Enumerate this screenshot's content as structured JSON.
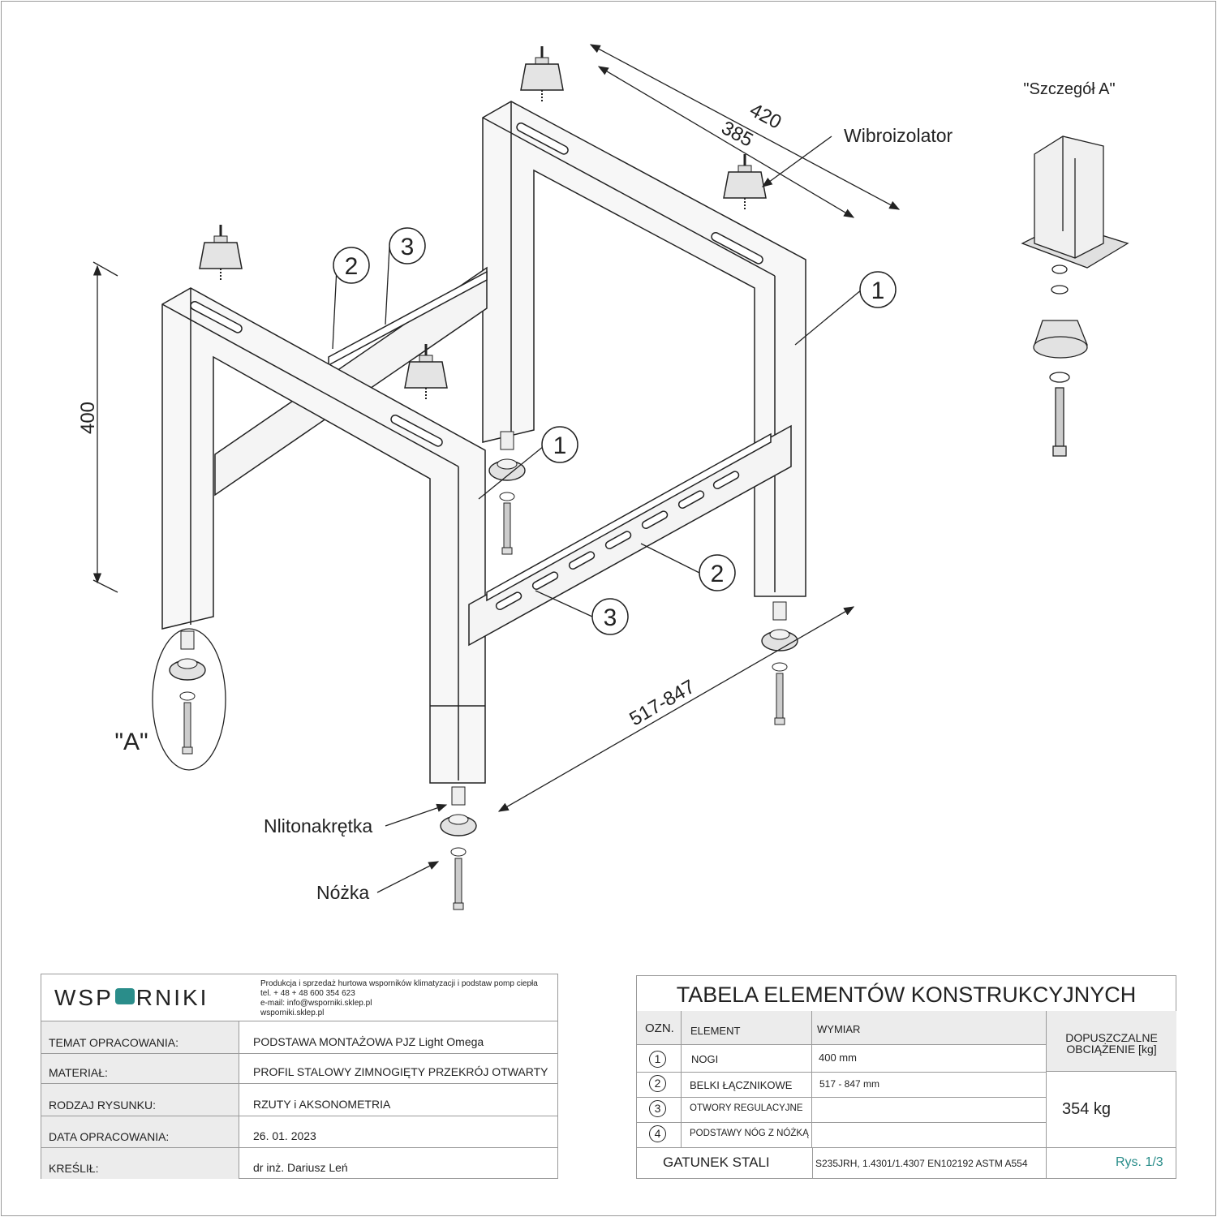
{
  "drawing": {
    "labels": {
      "wibroizolator": "Wibroizolator",
      "detail_title": "\"Szczegół A\"",
      "detail_marker": "\"A\"",
      "nlitonakretka": "Nlitonakrętka",
      "nozka": "Nóżka"
    },
    "dimensions": {
      "height": "400",
      "outer_width": "420",
      "inner_width": "385",
      "beam_length": "517-847"
    },
    "callouts": [
      "1",
      "2",
      "3"
    ]
  },
  "title_block": {
    "logo": "WSPORNIKI",
    "contact": [
      "Produkcja i sprzedaż hurtowa wsporników klimatyzacji i podstaw pomp ciepła",
      "tel. + 48 + 48 600 354 623",
      "e-mail: info@wsporniki.sklep.pl",
      "wsporniki.sklep.pl"
    ],
    "rows": [
      {
        "label": "TEMAT OPRACOWANIA:",
        "value": "PODSTAWA MONTAŻOWA PJZ Light Omega"
      },
      {
        "label": "MATERIAŁ:",
        "value": "PROFIL STALOWY ZIMNOGIĘTY PRZEKRÓJ OTWARTY"
      },
      {
        "label": "RODZAJ RYSUNKU:",
        "value": "RZUTY i AKSONOMETRIA"
      },
      {
        "label": "DATA OPRACOWANIA:",
        "value": "26. 01. 2023"
      },
      {
        "label": "KREŚLIŁ:",
        "value": "dr inż. Dariusz Leń"
      }
    ]
  },
  "elements_table": {
    "title": "TABELA ELEMENTÓW KONSTRUKCYJNYCH",
    "headers": {
      "ozn": "OZN.",
      "element": "ELEMENT",
      "wymiar": "WYMIAR",
      "load": "DOPUSZCZALNE OBCIĄŻENIE [kg]"
    },
    "rows": [
      {
        "ozn": "1",
        "element": "NOGI",
        "wymiar": "400 mm"
      },
      {
        "ozn": "2",
        "element": "BELKI ŁĄCZNIKOWE",
        "wymiar": "517 - 847 mm"
      },
      {
        "ozn": "3",
        "element": "OTWORY REGULACYJNE",
        "wymiar": ""
      },
      {
        "ozn": "4",
        "element": "PODSTAWY NÓG Z NÓŻKĄ",
        "wymiar": ""
      }
    ],
    "load_value": "354 kg",
    "steel_label": "GATUNEK STALI",
    "steel_value": "S235JRH, 1.4301/1.4307  EN102192 ASTM A554",
    "sheet": "Rys. 1/3",
    "sheet_color": "#2a8d8a"
  }
}
